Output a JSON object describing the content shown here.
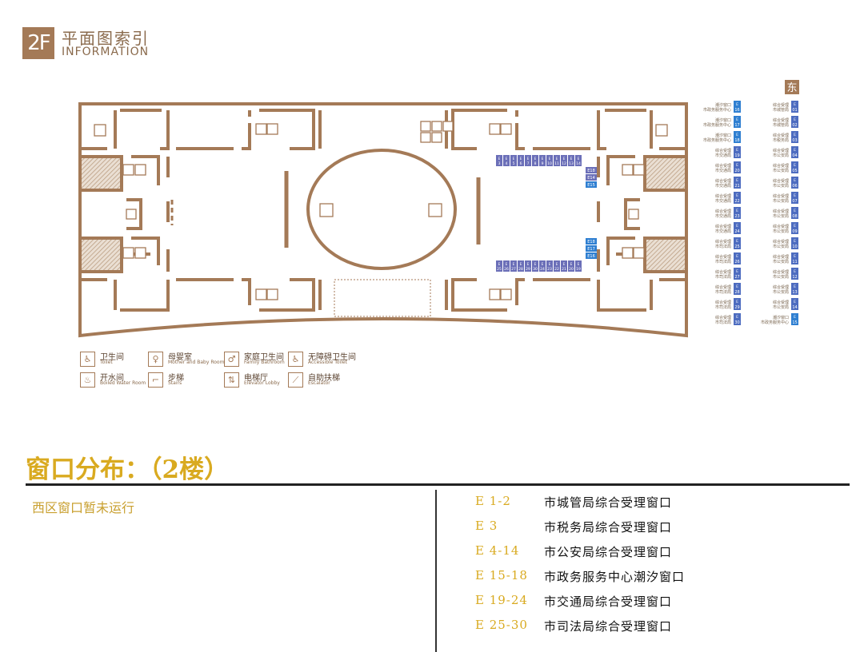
{
  "header": {
    "floor_badge": "2F",
    "title_cn": "平面图索引",
    "title_en": "INFORMATION"
  },
  "map": {
    "east_label": "东",
    "counters_top": [
      "3",
      "4",
      "5",
      "6",
      "7",
      "8",
      "9",
      "10",
      "11",
      "12",
      "13",
      "14"
    ],
    "counters_bottom": [
      "25",
      "26",
      "27",
      "28",
      "29",
      "30",
      "24",
      "23",
      "22",
      "21",
      "20",
      "19"
    ],
    "counters_upper_side": [
      "E18",
      "E14",
      "E15"
    ],
    "counters_lower_side": [
      "E18",
      "E17",
      "E16"
    ],
    "counter_prefix": "E",
    "side_index_left": [
      {
        "num": "16",
        "l1": "潮汐窗口",
        "l2": "市政务服务中心"
      },
      {
        "num": "17",
        "l1": "潮汐窗口",
        "l2": "市政务服务中心"
      },
      {
        "num": "18",
        "l1": "潮汐窗口",
        "l2": "市政务服务中心"
      },
      {
        "num": "19",
        "l1": "综合受理",
        "l2": "市交通局"
      },
      {
        "num": "20",
        "l1": "综合受理",
        "l2": "市交通局"
      },
      {
        "num": "21",
        "l1": "综合受理",
        "l2": "市交通局"
      },
      {
        "num": "22",
        "l1": "综合受理",
        "l2": "市交通局"
      },
      {
        "num": "23",
        "l1": "综合受理",
        "l2": "市交通局"
      },
      {
        "num": "24",
        "l1": "综合受理",
        "l2": "市交通局"
      },
      {
        "num": "25",
        "l1": "综合受理",
        "l2": "市司法局"
      },
      {
        "num": "26",
        "l1": "综合受理",
        "l2": "市司法局"
      },
      {
        "num": "27",
        "l1": "综合受理",
        "l2": "市司法局"
      },
      {
        "num": "28",
        "l1": "综合受理",
        "l2": "市司法局"
      },
      {
        "num": "29",
        "l1": "综合受理",
        "l2": "市司法局"
      },
      {
        "num": "30",
        "l1": "综合受理",
        "l2": "市司法局"
      }
    ],
    "side_index_right": [
      {
        "num": "01",
        "l1": "综合受理",
        "l2": "市城管局"
      },
      {
        "num": "02",
        "l1": "综合受理",
        "l2": "市城管局"
      },
      {
        "num": "03",
        "l1": "综合受理",
        "l2": "市税务局"
      },
      {
        "num": "04",
        "l1": "综合受理",
        "l2": "市公安局"
      },
      {
        "num": "05",
        "l1": "综合受理",
        "l2": "市公安局"
      },
      {
        "num": "06",
        "l1": "综合受理",
        "l2": "市公安局"
      },
      {
        "num": "07",
        "l1": "综合受理",
        "l2": "市公安局"
      },
      {
        "num": "08",
        "l1": "综合受理",
        "l2": "市公安局"
      },
      {
        "num": "09",
        "l1": "综合受理",
        "l2": "市公安局"
      },
      {
        "num": "10",
        "l1": "综合受理",
        "l2": "市公安局"
      },
      {
        "num": "11",
        "l1": "综合受理",
        "l2": "市公安局"
      },
      {
        "num": "12",
        "l1": "综合受理",
        "l2": "市公安局"
      },
      {
        "num": "13",
        "l1": "综合受理",
        "l2": "市公安局"
      },
      {
        "num": "14",
        "l1": "综合受理",
        "l2": "市公安局"
      },
      {
        "num": "15",
        "l1": "潮汐窗口",
        "l2": "市政务服务中心"
      }
    ]
  },
  "legend": [
    {
      "cn": "卫生间",
      "en": "Toilet",
      "icon": "toilet-icon",
      "glyph": "♿"
    },
    {
      "cn": "母婴室",
      "en": "Mother and Baby Room",
      "icon": "baby-room-icon",
      "glyph": "♀"
    },
    {
      "cn": "家庭卫生间",
      "en": "Family Bathroom",
      "icon": "family-bathroom-icon",
      "glyph": "♂"
    },
    {
      "cn": "无障碍卫生间",
      "en": "Accessible Toilet",
      "icon": "accessible-toilet-icon",
      "glyph": "♿"
    },
    {
      "cn": "开水间",
      "en": "Boiled Water Room",
      "icon": "boiled-water-icon",
      "glyph": "♨"
    },
    {
      "cn": "步梯",
      "en": "Stairs",
      "icon": "stairs-icon",
      "glyph": "⌐"
    },
    {
      "cn": "电梯厅",
      "en": "Elevator Lobby",
      "icon": "elevator-icon",
      "glyph": "⇅"
    },
    {
      "cn": "自助扶梯",
      "en": "Escalator",
      "icon": "escalator-icon",
      "glyph": "⟋"
    }
  ],
  "distribution": {
    "title": "窗口分布：（2楼）",
    "west_note": "西区窗口暂未运行",
    "rows": [
      {
        "code": "E 1-2",
        "desc": "市城管局综合受理窗口"
      },
      {
        "code": "E 3",
        "desc": "市税务局综合受理窗口"
      },
      {
        "code": "E 4-14",
        "desc": "市公安局综合受理窗口"
      },
      {
        "code": "E 15-18",
        "desc": "市政务服务中心潮汐窗口"
      },
      {
        "code": "E 19-24",
        "desc": "市交通局综合受理窗口"
      },
      {
        "code": "E 25-30",
        "desc": "市司法局综合受理窗口"
      }
    ]
  },
  "colors": {
    "wall": "#a47a57",
    "accent": "#d9aa20",
    "counter_purple": "#6b6fb8",
    "counter_blue": "#2f7fd1",
    "index_blue": "#4d6cc0"
  }
}
